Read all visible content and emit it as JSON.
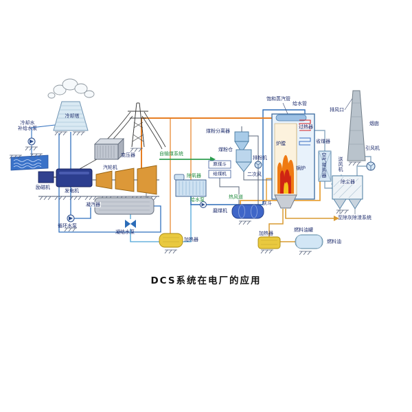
{
  "title": "DCS系统在电厂的应用",
  "colors": {
    "steam_pipe": "#e67e22",
    "water_pipe": "#2b6cb8",
    "condensate_pipe": "#4aa3d8",
    "hot_air_pipe": "#e8a23a",
    "coal_line": "#2e9e4f",
    "ash_line": "#d99a30",
    "flame_orange": "#ef7a12",
    "flame_red": "#cf2413",
    "label_navy": "#1b2a6b",
    "label_green": "#1f8a3c"
  },
  "labels": {
    "cooling_tower": "冷却塔",
    "makeup_line1": "冷却水",
    "makeup_line2": "补给水泵",
    "transformer": "变压器",
    "exciter": "励磁机",
    "generator": "发电机",
    "steam_turbine": "汽轮机",
    "condenser": "凝汽器",
    "circulating_pump": "循环水泵",
    "condensate_pump": "凝结水泵",
    "lp_heater": "加热器",
    "deaerator": "除氧器",
    "feed_pump": "给水泵",
    "coal_conveyor": "自输煤系统",
    "coal_separator": "煤粉分离器",
    "coal_bunker": "煤粉仓",
    "raw_coal_hopper": "原煤斗",
    "coal_feeder": "给煤机",
    "powder_exhauster": "排粉机",
    "secondary_air": "二次风",
    "hot_air_duct": "热风道",
    "coal_mill": "磨煤机",
    "saturated_steam_pipe": "饱和蒸汽管",
    "feed_water_pipe": "给水管",
    "superheater": "过热器",
    "economizer": "省煤器",
    "furnace": "炉膛",
    "boiler": "锅炉",
    "air_preheater": "空气预热器",
    "fd_fan": "送风机",
    "dust_collector": "除尘器",
    "id_fan": "引风机",
    "chimney": "烟囱",
    "air_outlet": "排风口",
    "ash_hopper": "灰斗",
    "ash_removal": "至除灰除渣系统",
    "fuel_oil_tank": "燃料油罐",
    "fuel_oil": "燃料油",
    "oil_heater": "加热器"
  }
}
